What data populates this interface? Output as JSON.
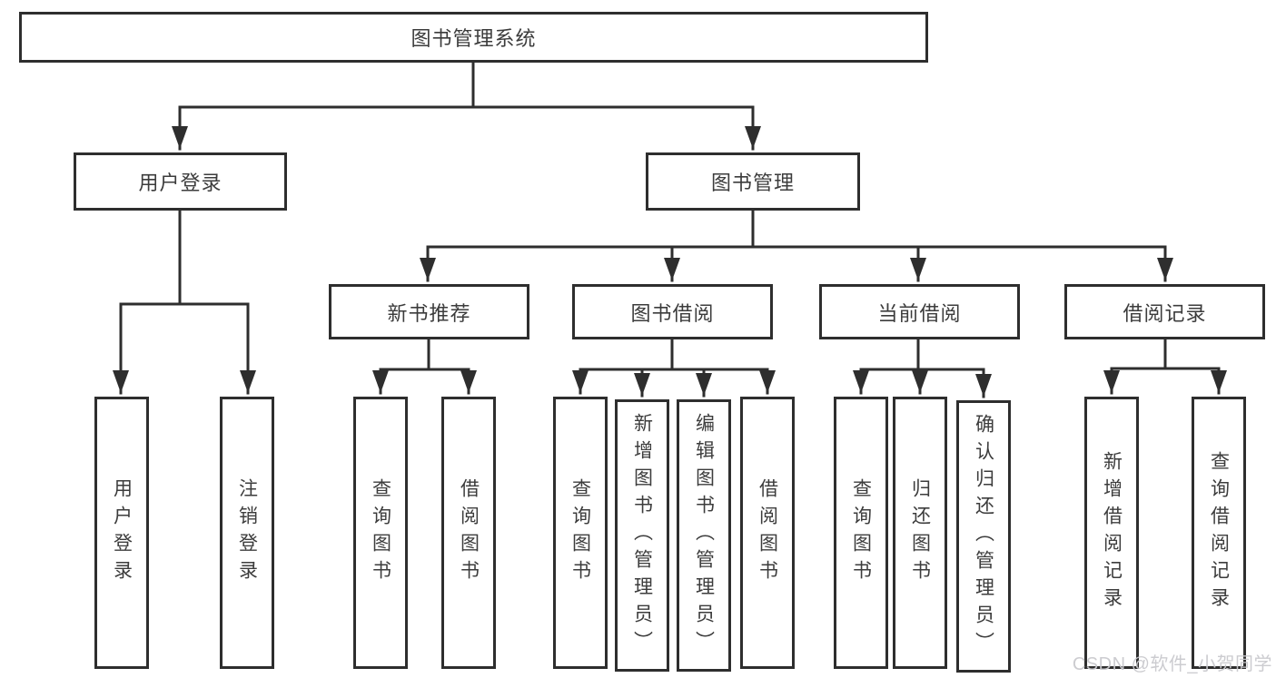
{
  "diagram": {
    "root_label": "图书管理系统",
    "level2": [
      {
        "label": "用户登录"
      },
      {
        "label": "图书管理"
      }
    ],
    "level3": [
      {
        "label": "新书推荐"
      },
      {
        "label": "图书借阅"
      },
      {
        "label": "当前借阅"
      },
      {
        "label": "借阅记录"
      }
    ],
    "leaves": {
      "user_login": [
        "用户登录",
        "注销登录"
      ],
      "new_book": [
        "查询图书",
        "借阅图书"
      ],
      "book_borrow": [
        "查询图书",
        "新增图书（管理员）",
        "编辑图书（管理员）",
        "借阅图书"
      ],
      "current_borrow": [
        "查询图书",
        "归还图书",
        "确认归还（管理员）"
      ],
      "borrow_record": [
        "新增借阅记录",
        "查询借阅记录"
      ]
    }
  },
  "watermark": "CSDN @软件_小贺同学",
  "colors": {
    "line": "#2e2e2e",
    "text": "#3c3c3c",
    "background": "#ffffff",
    "watermark": "#c9c9ce"
  }
}
